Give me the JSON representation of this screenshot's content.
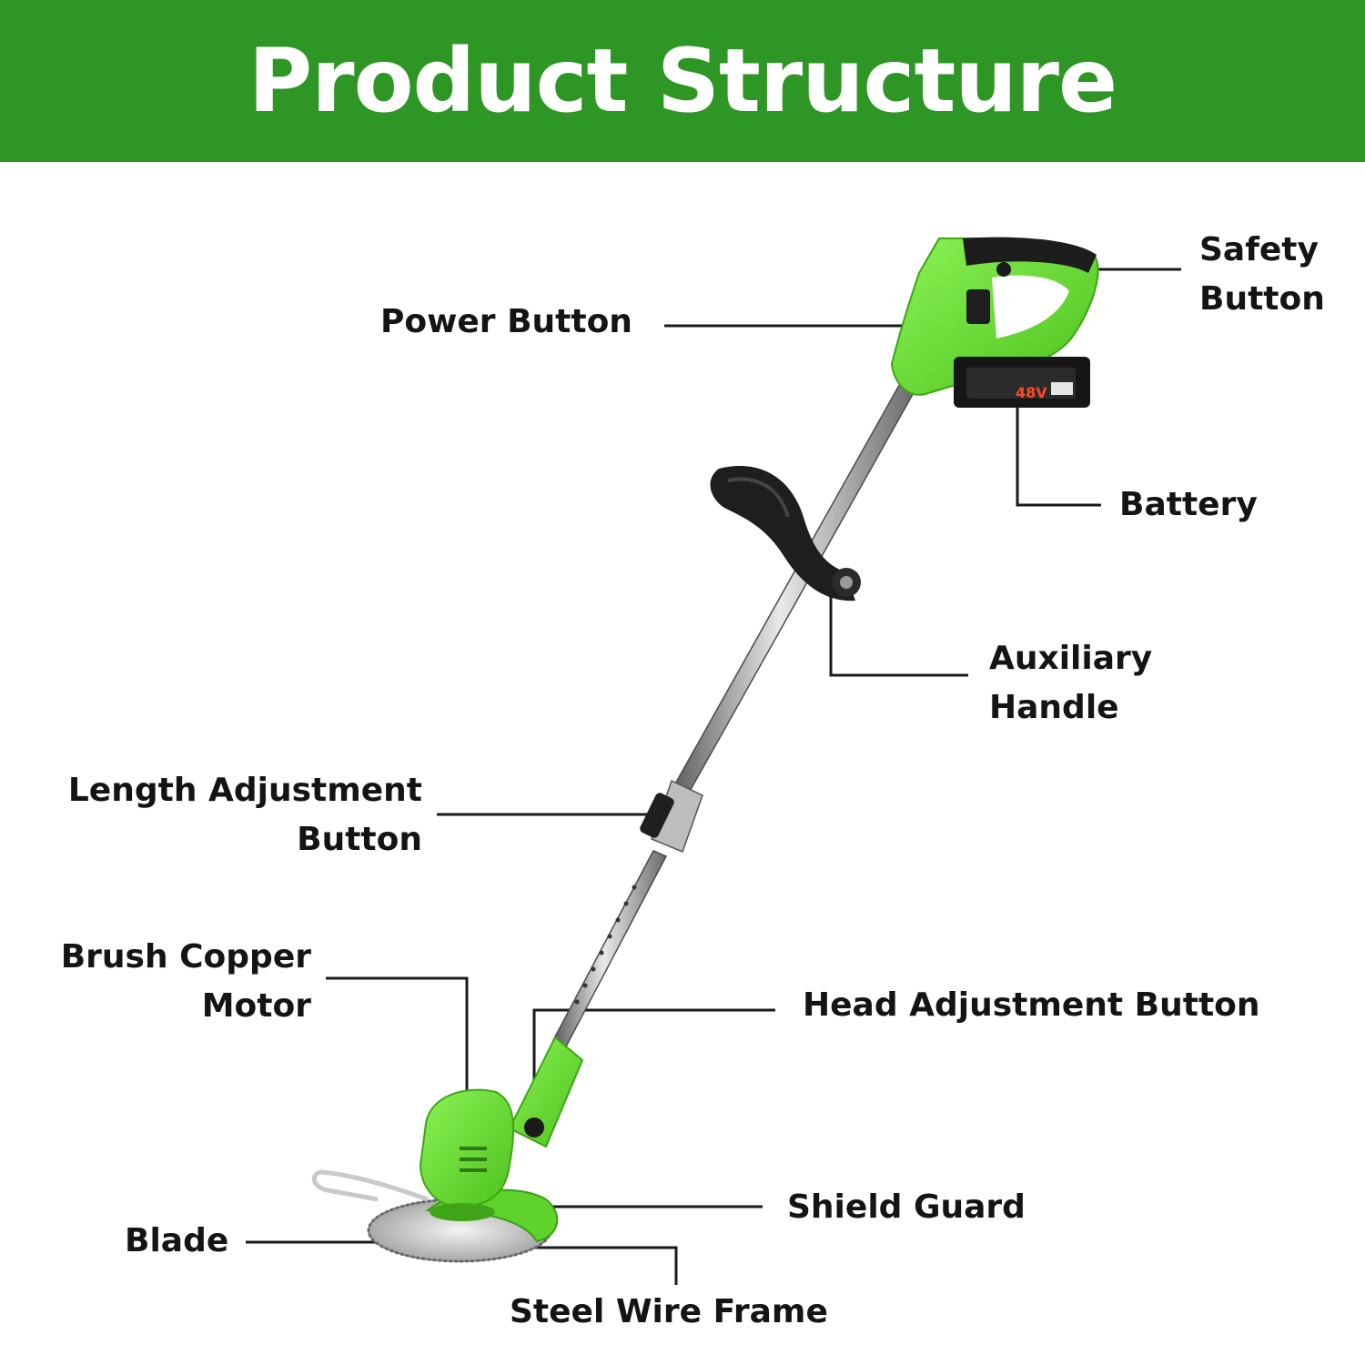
{
  "header": {
    "title": "Product Structure",
    "background_color": "#2e9624",
    "text_color": "#ffffff"
  },
  "product": {
    "body_color": "#6fe23c",
    "battery_label": "48V"
  },
  "labels": {
    "safety_button": [
      "Safety",
      "Button"
    ],
    "power_button": "Power Button",
    "battery": "Battery",
    "auxiliary_handle": [
      "Auxiliary",
      "Handle"
    ],
    "length_adjustment_button": [
      "Length Adjustment",
      "Button"
    ],
    "brush_copper_motor": [
      "Brush Copper",
      "Motor"
    ],
    "head_adjustment_button": "Head Adjustment Button",
    "shield_guard": "Shield Guard",
    "blade": "Blade",
    "steel_wire_frame": "Steel Wire Frame"
  }
}
